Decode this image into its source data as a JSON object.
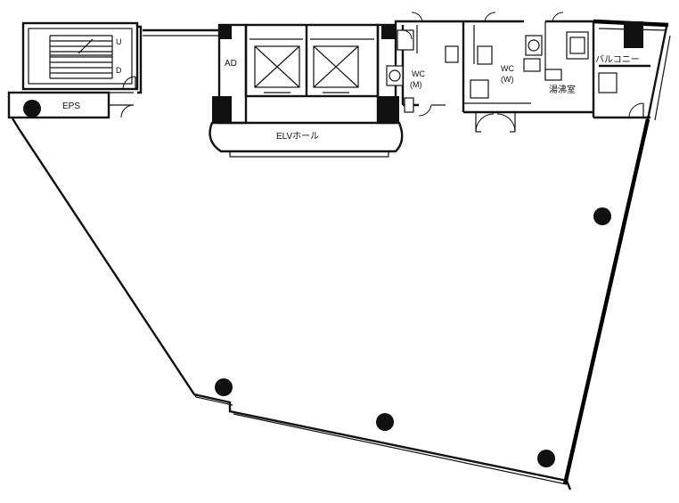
{
  "labels": {
    "eps": "EPS",
    "ad": "AD",
    "elv_hall": "ELVホール",
    "wc_m_line1": "WC",
    "wc_m_line2": "(M)",
    "wc_w_line1": "WC",
    "wc_w_line2": "(W)",
    "kitchenette": "湯沸室",
    "balcony": "バルコニー",
    "stair_up": "U",
    "stair_down": "D"
  },
  "colors": {
    "wall": "#111111",
    "background": "#ffffff"
  }
}
